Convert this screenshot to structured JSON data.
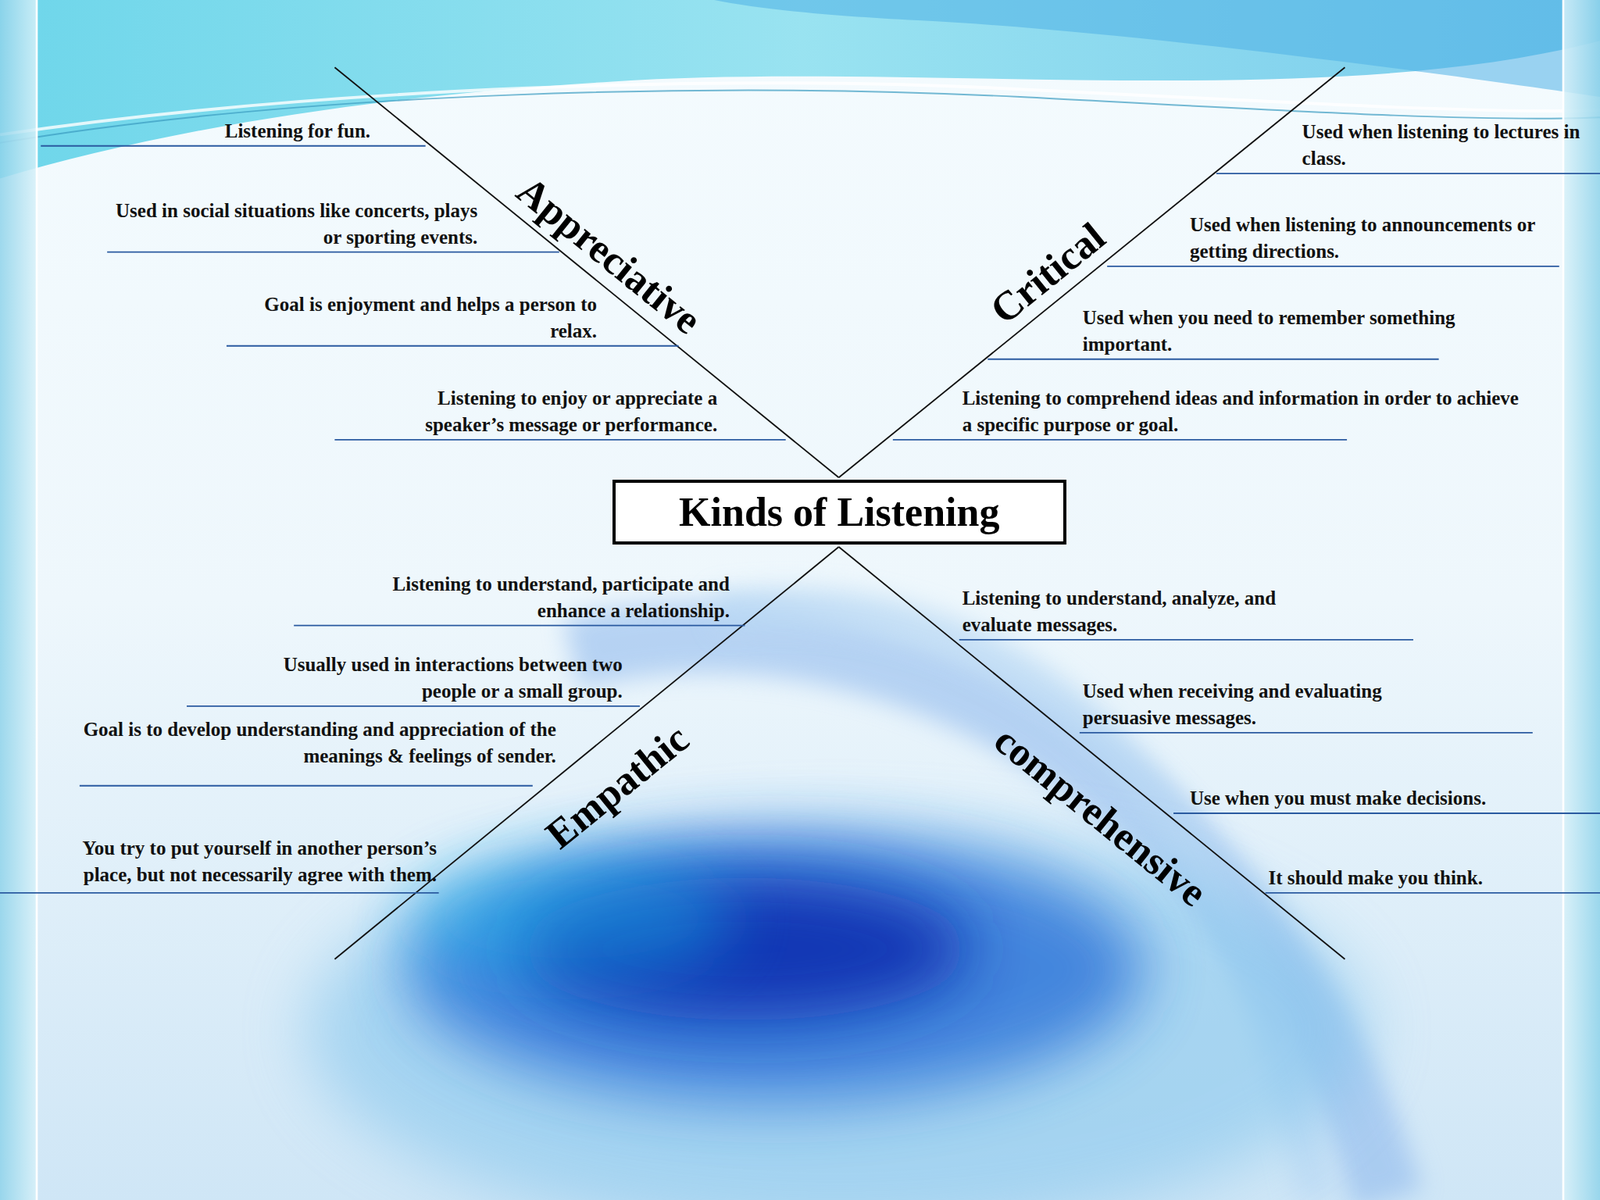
{
  "diagram": {
    "nodes": [
      {
        "text": [
          "Kinds of Listening"
        ]
      }
    ],
    "labels": [
      "Listening for fun.",
      "Used in social situations like concerts, plays or sporting events.",
      "Goal is enjoyment and helps a person to relax.",
      "Listening to enjoy or appreciate a speaker’s message or performance.",
      "Appreciative",
      "Used when listening to lectures in class.",
      "Used when listening to announcements or getting directions.",
      "Used when you need to remember something important.",
      "Listening to comprehend ideas and information in order to achieve a specific purpose or goal.",
      "Critical",
      "Listening to understand, participate and enhance a relationship.",
      "Usually used in interactions between two people or a small group.",
      "Goal is to develop understanding and appreciation of the meanings & feelings of sender.",
      "You try to put yourself in another person’s place, but not necessarily agree with them.",
      "Empathic",
      "Listening to understand, analyze, and evaluate messages.",
      "Used when receiving and evaluating persuasive messages.",
      "Use when you must make decisions.",
      "It should make you think.",
      "comprehensive"
    ]
  }
}
